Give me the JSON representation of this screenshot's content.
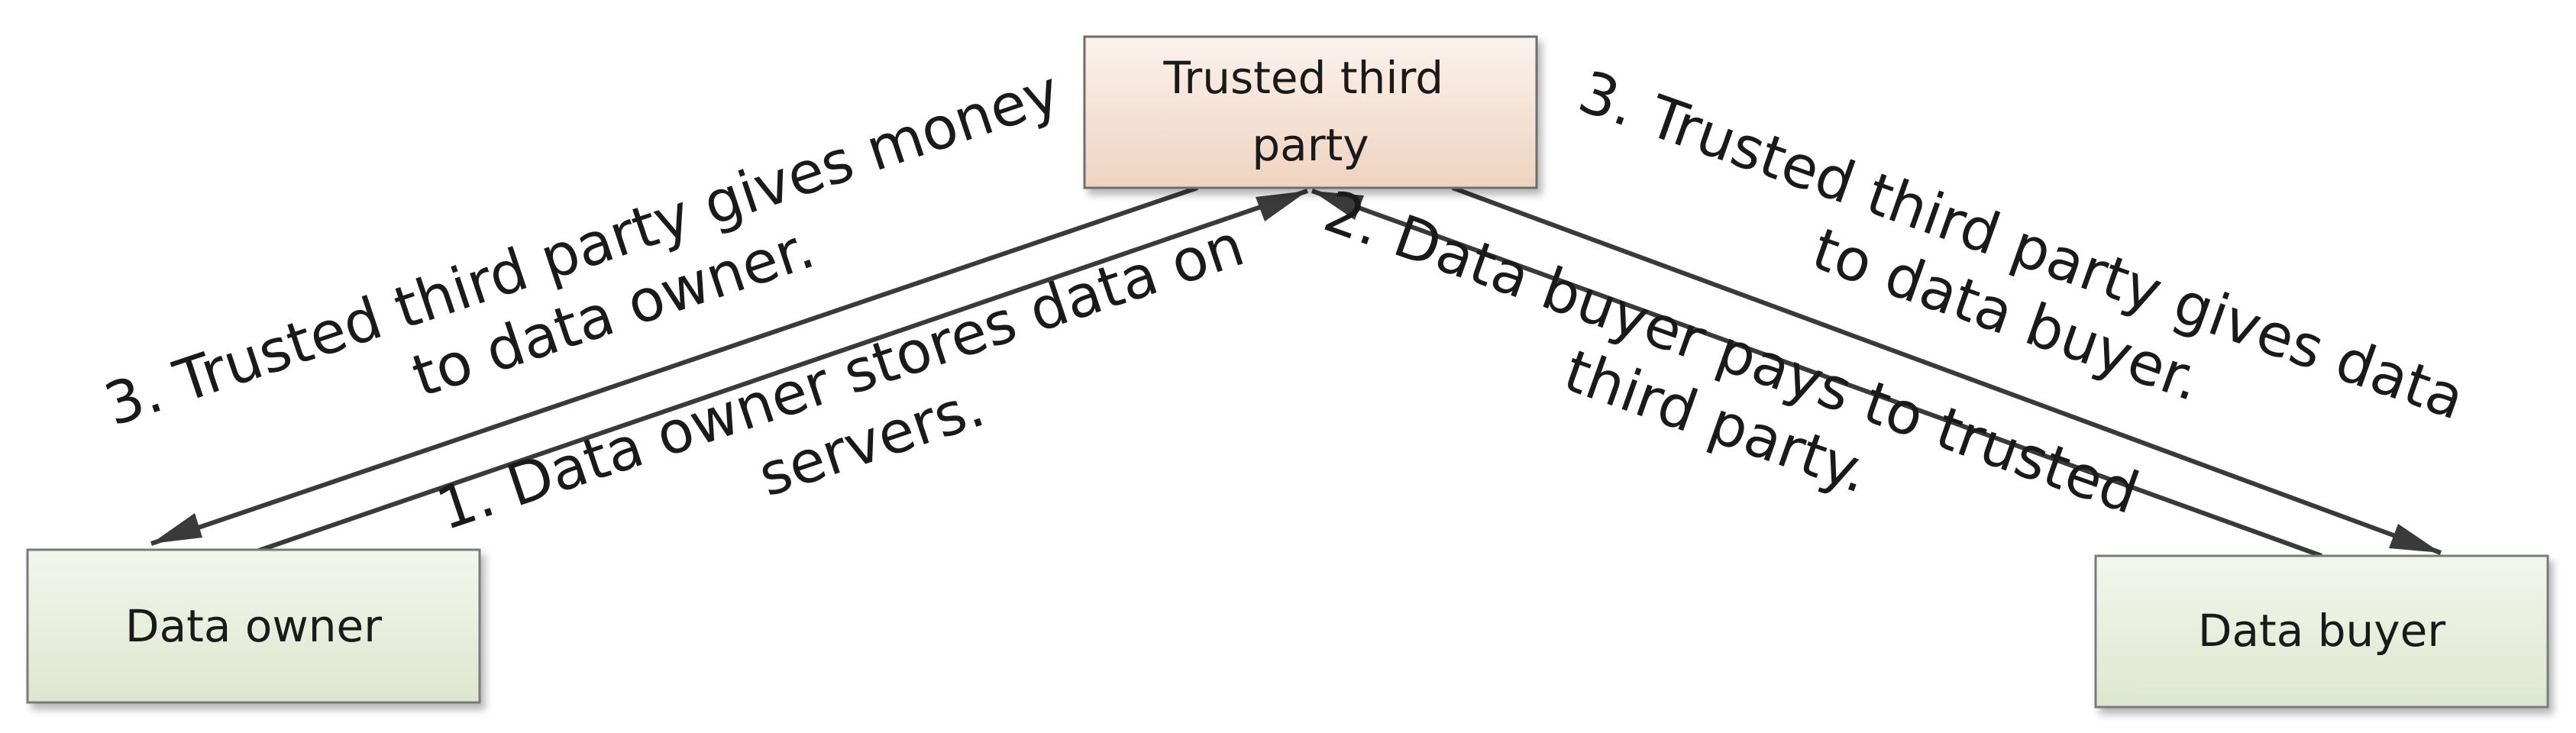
{
  "nodes": {
    "trusted_third_party": {
      "lines": [
        "Trusted third",
        "party"
      ],
      "fill_top": "#fbf2ec",
      "fill_bottom": "#efd3c0",
      "stroke": "#6e6e6e"
    },
    "data_owner": {
      "lines": [
        "Data owner"
      ],
      "fill_top": "#f3f6ec",
      "fill_bottom": "#dfe6cf",
      "stroke": "#7a7a7a"
    },
    "data_buyer": {
      "lines": [
        "Data buyer"
      ],
      "fill_top": "#f3f6ec",
      "fill_bottom": "#dfe6cf",
      "stroke": "#7a7a7a"
    }
  },
  "edges": {
    "owner_stores": {
      "lines": [
        "1. Data owner stores data on",
        "servers."
      ]
    },
    "third_party_pays_owner": {
      "lines": [
        "3. Trusted third party gives money",
        "to data owner."
      ]
    },
    "buyer_pays": {
      "lines": [
        "2. Data buyer pays to trusted",
        "third party."
      ]
    },
    "third_party_gives_data": {
      "lines": [
        "3. Trusted third party gives data",
        "to data buyer."
      ]
    }
  },
  "colors": {
    "arrow": "#3a3a3a",
    "text": "#1a1a1a"
  }
}
